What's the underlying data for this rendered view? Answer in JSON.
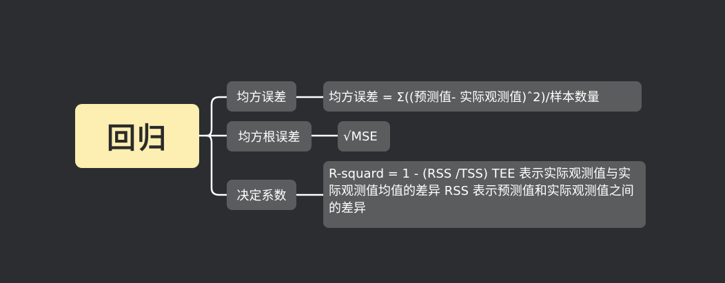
{
  "root": {
    "label": "回归"
  },
  "branches": [
    {
      "label": "均方误差",
      "detail": "均方误差 = Σ((预测值-  实际观测值)ˆ2)/样本数量"
    },
    {
      "label": "均方根误差",
      "detail": "√MSE"
    },
    {
      "label": "决定系数",
      "detail": "R-squard = 1 - (RSS /TSS) TEE 表示实际观测值与实际观测值均值的差异 RSS 表示预测值和实际观测值之间的差异"
    }
  ],
  "colors": {
    "background": "#2c2d30",
    "root_fill": "#fdeeb2",
    "node_fill": "#5b5c5e",
    "connector": "#ffffff"
  }
}
